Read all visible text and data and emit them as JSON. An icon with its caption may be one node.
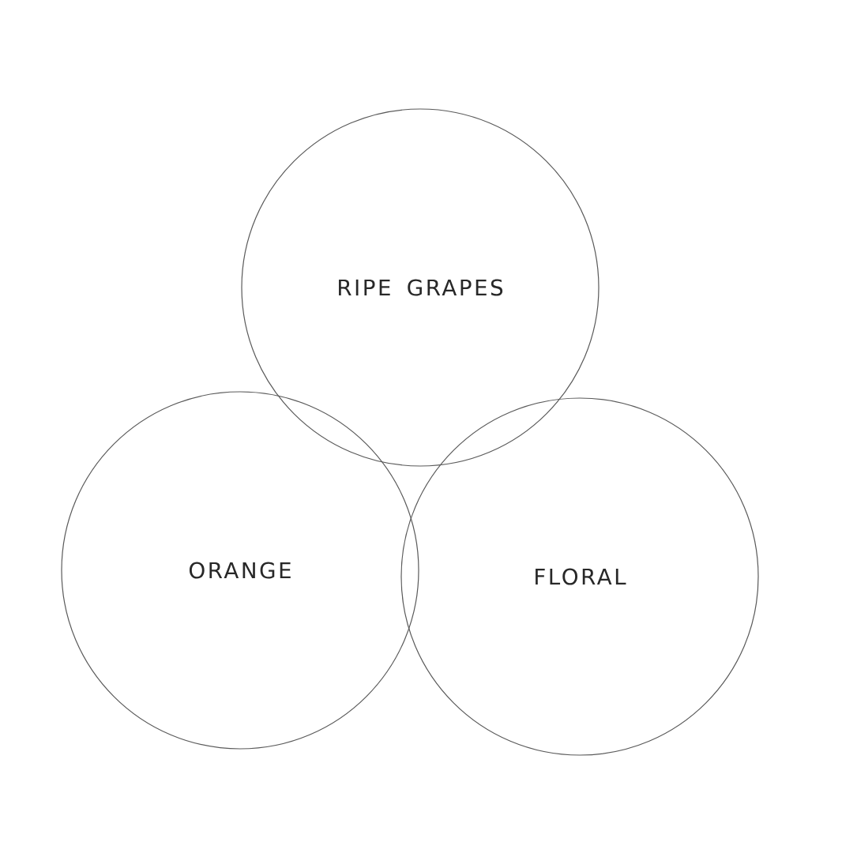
{
  "diagram": {
    "nodes": [
      {
        "text": [
          "RIPE GRAPES"
        ]
      },
      {
        "text": [
          "ORANGE"
        ]
      },
      {
        "text": [
          "FLORAL"
        ]
      }
    ]
  }
}
